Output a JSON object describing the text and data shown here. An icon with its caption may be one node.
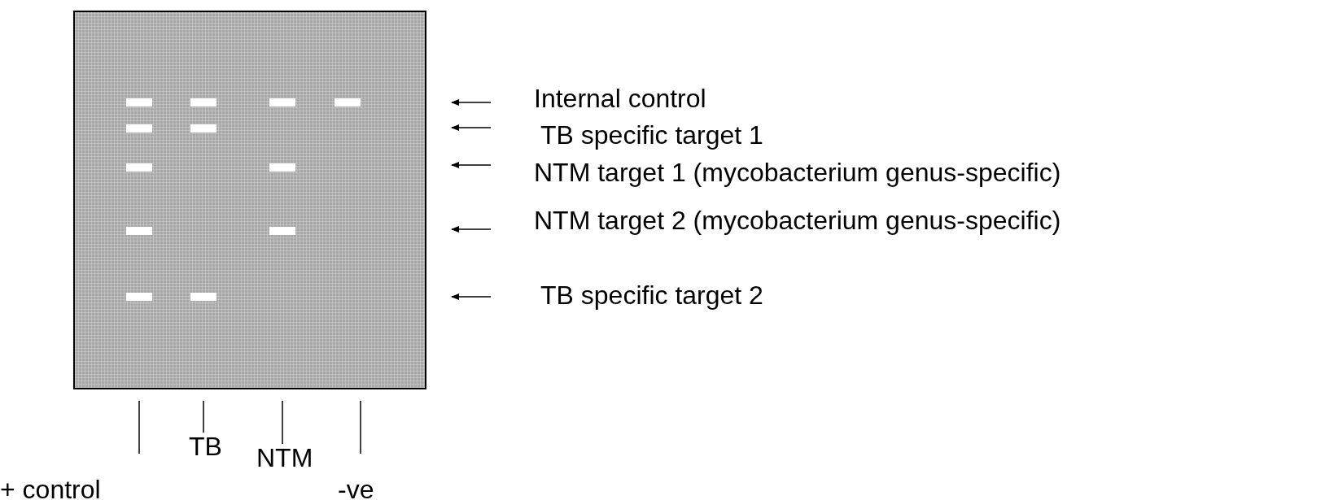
{
  "diagram": {
    "nodes": [
      {
        "text": [
          "Internal control"
        ]
      },
      {
        "text": [
          "TB specific target 1"
        ]
      },
      {
        "text": [
          "NTM target 1 (mycobacterium genus-specific)"
        ]
      },
      {
        "text": [
          "NTM target 2 (mycobacterium genus-specific)"
        ]
      },
      {
        "text": [
          "TB specific target 2"
        ]
      },
      {
        "text": [
          "TB"
        ]
      },
      {
        "text": [
          "NTM"
        ]
      },
      {
        "text": [
          "+ control"
        ]
      },
      {
        "text": [
          "-ve"
        ]
      }
    ],
    "edges": [
      {
        "from": 5,
        "to": null,
        "arrow": "none"
      },
      {
        "from": 6,
        "to": null,
        "arrow": "none"
      }
    ]
  }
}
